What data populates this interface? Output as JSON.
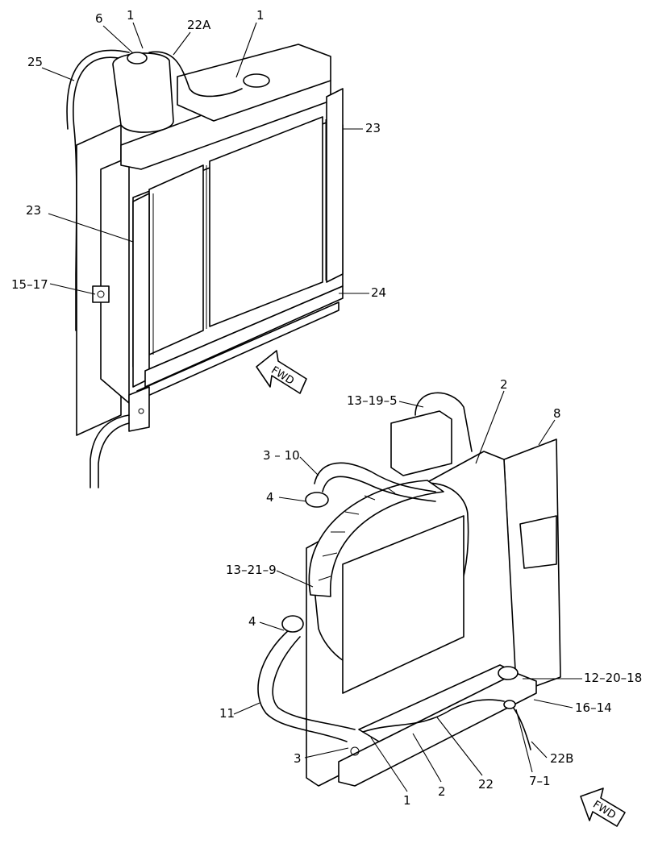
{
  "callouts": {
    "c_6": "6",
    "c_1_top": "1",
    "c_22A": "22A",
    "c_1_top2": "1",
    "c_25": "25",
    "c_23_right": "23",
    "c_23_left": "23",
    "c_15_17": "15–17",
    "c_24": "24",
    "c_2_top": "2",
    "c_13_19_5": "13–19–5",
    "c_8": "8",
    "c_3_10": "3 – 10",
    "c_4_upper": "4",
    "c_13_21_9": "13–21–9",
    "c_4_lower": "4",
    "c_12_20_18": "12–20–18",
    "c_16_14": "16–14",
    "c_11": "11",
    "c_3": "3",
    "c_22B": "22B",
    "c_1_bottom": "1",
    "c_2_bottom": "2",
    "c_22": "22",
    "c_7_1": "7–1"
  },
  "arrows": {
    "fwd_top": "FWD",
    "fwd_bottom": "FWD"
  }
}
